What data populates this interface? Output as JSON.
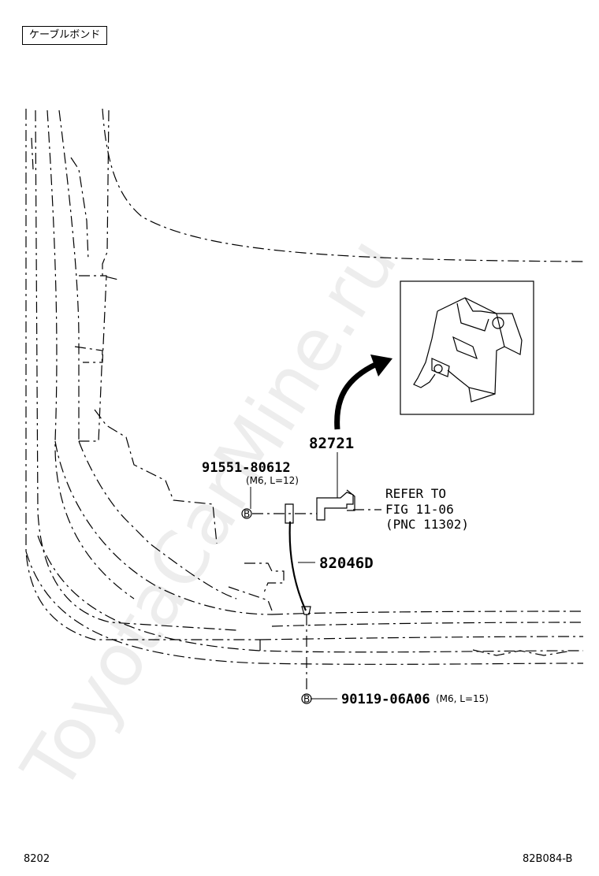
{
  "header": {
    "title": "ケーブルボンド"
  },
  "parts": {
    "bracket": "82721",
    "bolt": "91551-80612",
    "bolt_spec": "(M6, L=12)",
    "wire": "82046D",
    "screw": "90119-06A06",
    "screw_spec": "(M6, L=15)",
    "fastener_mark": "B"
  },
  "reference": {
    "line1": "REFER TO",
    "line2": "FIG 11-06",
    "line3": "(PNC 11302)"
  },
  "footer": {
    "left": "8202",
    "right": "82B084-B"
  },
  "watermark": "ToyotaCarMine.ru"
}
